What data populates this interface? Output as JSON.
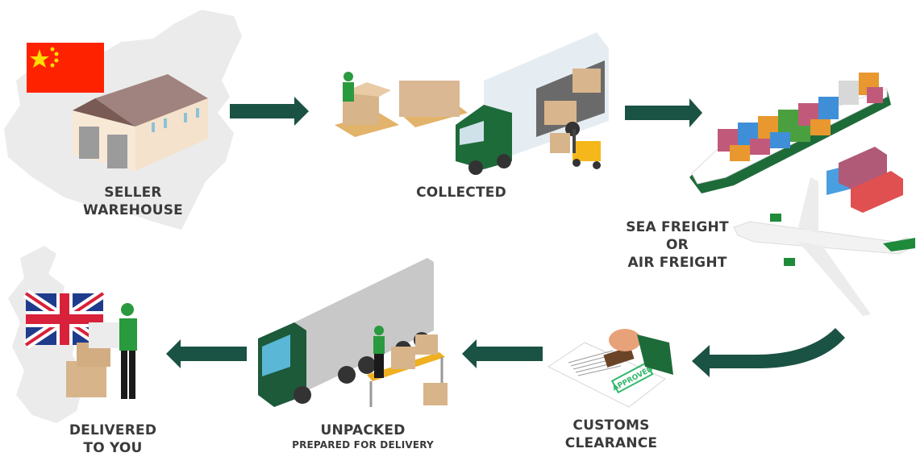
{
  "title": "Shipping process from seller warehouse to delivery",
  "colors": {
    "arrow": "#1a5244",
    "label_text": "#3a3a3a",
    "map_gray": "#e8e8e8",
    "brand_green": "#1e6b3a"
  },
  "steps": [
    {
      "id": "seller-warehouse",
      "lines": [
        "SELLER",
        "WAREHOUSE"
      ],
      "flag": "China",
      "icon": "warehouse-icon"
    },
    {
      "id": "collected",
      "lines": [
        "COLLECTED"
      ],
      "icon": "truck-icon"
    },
    {
      "id": "freight",
      "lines": [
        "SEA FREIGHT",
        "OR",
        "AIR FREIGHT"
      ],
      "icon": "ship-plane-icon"
    },
    {
      "id": "customs",
      "lines": [
        "CUSTOMS",
        "CLEARANCE"
      ],
      "icon": "stamp-icon"
    },
    {
      "id": "unpacked",
      "lines": [
        "UNPACKED"
      ],
      "sub": "PREPARED FOR DELIVERY",
      "icon": "conveyor-icon"
    },
    {
      "id": "delivered",
      "lines": [
        "DELIVERED",
        "TO YOU"
      ],
      "flag": "United Kingdom",
      "icon": "courier-icon"
    }
  ],
  "stamp_text": "APPROVED"
}
